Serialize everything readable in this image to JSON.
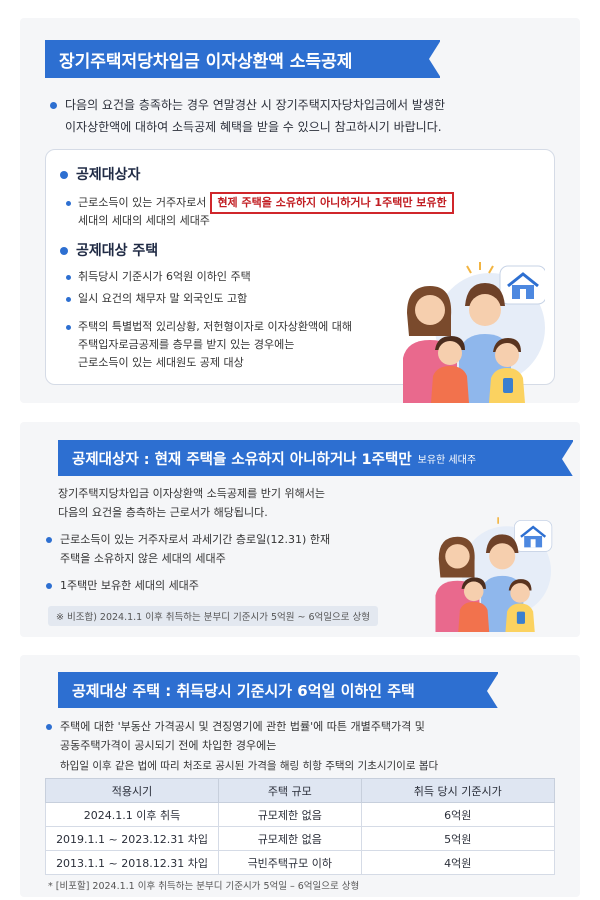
{
  "section1": {
    "banner": "장기주택저당차입금 이자상환액 소득공제",
    "intro_line1": "다음의 요건을 층족하는 경우 연말경산 시 장기주택지자당차입금에서 발생한",
    "intro_line2": "이자상한액에 대하여 소득공제 혜택을 받을 수 있으니 참고하시기 바랍니다.",
    "subject_title": "공제대상자",
    "subject_line1": "근로소득이  있는  거주자로서",
    "subject_highlight": "현제 주택을 소유하지 아니하거나 1주택만 보유한",
    "subject_line2": "세대의 세대의 세대의 세대주",
    "house_title": "공제대상 주택",
    "house_items": [
      "취득당시 기준시가 6억원 이하인 주택",
      "일시 요건의 채무자 말 외국인도 고함"
    ],
    "house_para1": "주택의 특별법적 있리상황, 저헌형이자로 이자상환액에 대해",
    "house_para2": "주택입자로금공제를 층무를 받지 있는 경우에는",
    "house_para3": "근로소득이 있는 세대원도 공제 대상"
  },
  "section2": {
    "banner_main": "공제대상자 : 현재 주택을 소유하지 아니하거나 1주택만",
    "banner_small": "보유한 세대주",
    "para1": "장기주택지당차입금 이자상환액 소득공제를 반기 위해서는",
    "para2": "다음의 요건을 층측하는 근로서가 해당됩니다.",
    "item1_line1": "근로소득이 있는 거주자로서 과세기간 층로일(12.31) 한재",
    "item1_line2": "주택을 소유하지 않은 세대의 세대주",
    "item2": "1주택만 보유한 세대의 세대주",
    "note": "※ 비조합) 2024.1.1 이후 취득하는 분부디 기준시가 5억원 ~ 6억일으로 상형"
  },
  "section3": {
    "banner": "공제대상 주택 : 취득당시 기준시가 6억일 이하인 주택",
    "para1": "주택에 대한 '부동산 가격공시 및 견징영기에 관한 법률'에 따튼 개별주택가격 및",
    "para2": "공동주택가격이 공시되기 전에 차입한 경우에는",
    "para3": "하입일 이후 같은 법에 따리 처조로 공시된 가격을 해링 히항 주택의 기초시기이로 봅다",
    "table_headers": [
      "적용시기",
      "주택 규모",
      "취득 당시 기준시가"
    ],
    "table_rows": [
      [
        "2024.1.1 이후 취득",
        "규모제한 없음",
        "6억원"
      ],
      [
        "2019.1.1 ~ 2023.12.31 차입",
        "규모제한 없음",
        "5억원"
      ],
      [
        "2013.1.1 ~ 2018.12.31 차입",
        "극빈주택규모 이하",
        "4억원"
      ]
    ],
    "note": "* [비포할] 2024.1.1 이후 취득하는 분부디 기준시가 5억일 – 6억일으로 상형"
  },
  "colors": {
    "accent_blue": "#2d6fd1",
    "highlight_red": "#d0262b",
    "card_bg": "#f5f6f8"
  }
}
